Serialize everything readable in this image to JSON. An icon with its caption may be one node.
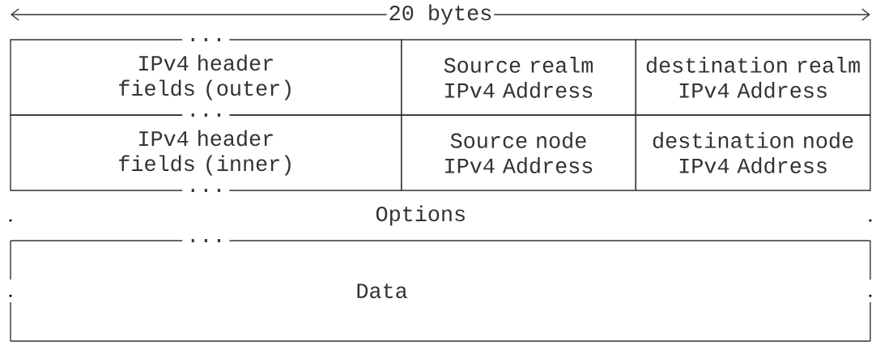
{
  "diagram": {
    "nodes": [
      {
        "text": [
          "IPv4 header fields (outer)"
        ]
      },
      {
        "text": [
          "Source realm IPv4 Address"
        ]
      },
      {
        "text": [
          "destination realm IPv4 Address"
        ]
      },
      {
        "text": [
          "IPv4 header fields (inner)"
        ]
      },
      {
        "text": [
          "Source node IPv4 Address"
        ]
      },
      {
        "text": [
          "destination node IPv4 Address"
        ]
      },
      {
        "text": [
          "Options"
        ]
      },
      {
        "text": [
          "Data"
        ]
      }
    ],
    "labels": [
      "20 bytes",
      "...",
      "...",
      "...",
      "..."
    ]
  }
}
